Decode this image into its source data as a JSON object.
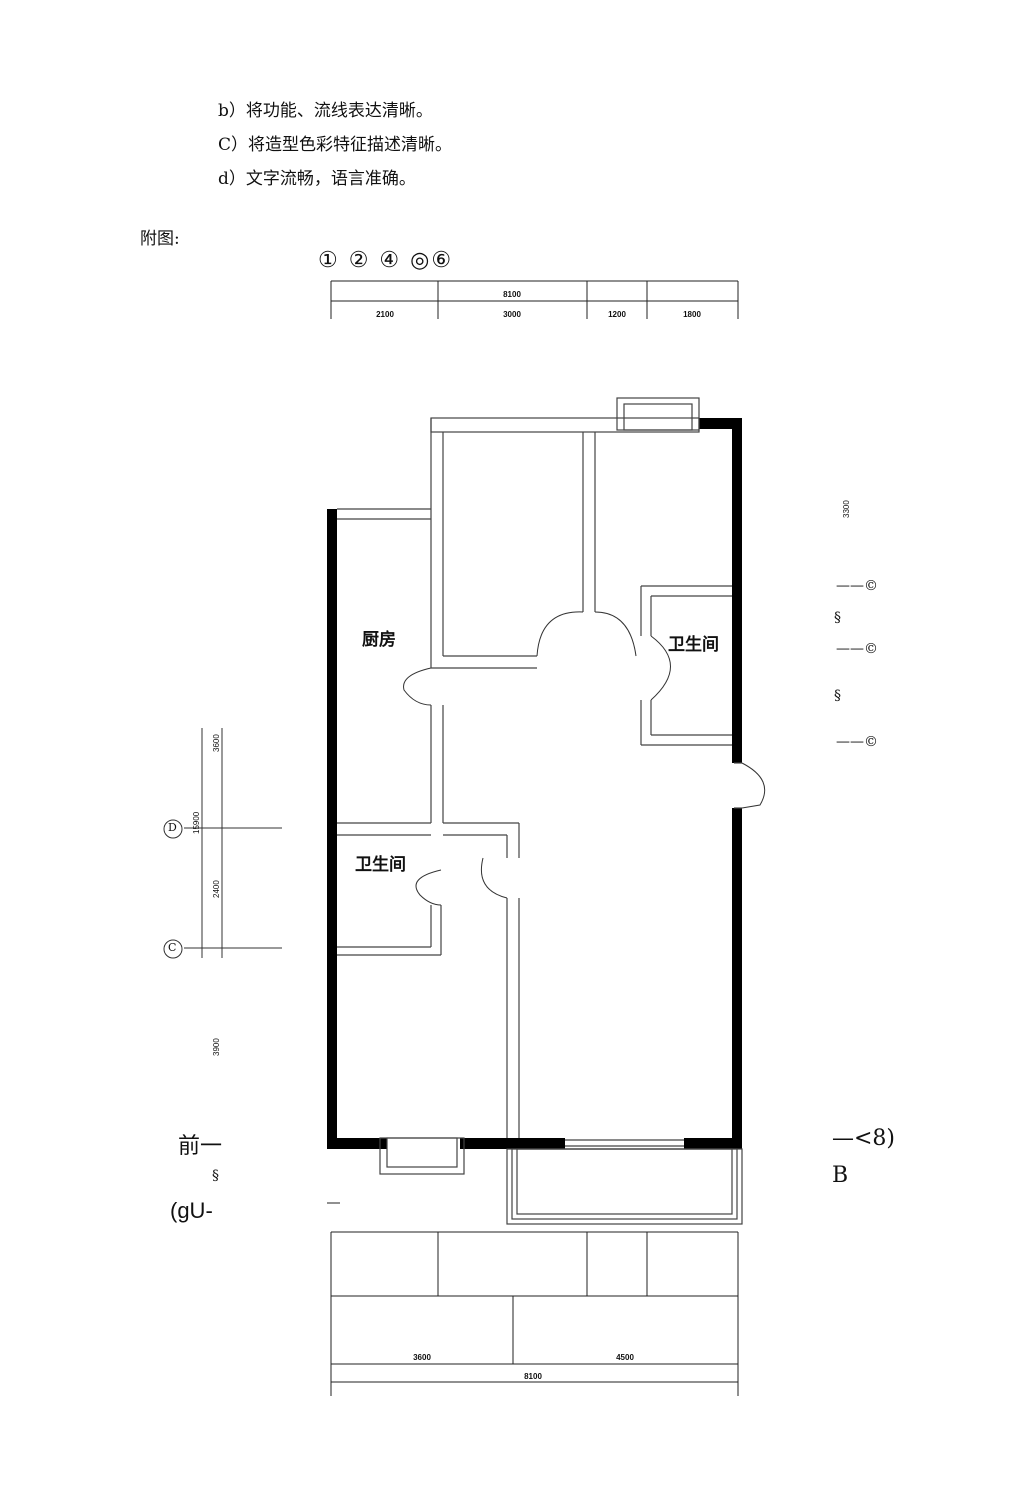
{
  "text": {
    "line_b": "b）将功能、流线表达清晰。",
    "line_c": "C）将造型色彩特征描述清晰。",
    "line_d": "d）文字流畅，语言准确。",
    "figure_label": "附图:"
  },
  "plan": {
    "axis_numbers": "① ② ④ ◎⑥",
    "top_dims": {
      "total": "8100",
      "segments": [
        "2100",
        "3000",
        "1200",
        "1800"
      ]
    },
    "bottom_dims": {
      "segments": [
        "3600",
        "4500"
      ],
      "total": "8100"
    },
    "left_dims": {
      "top": "3600",
      "mid_a": "15900",
      "mid_b": "2400",
      "bottom": "3900"
    },
    "right_dim": "3300",
    "axis_d": "D",
    "axis_c": "C",
    "rooms": {
      "kitchen": "厨房",
      "bath_right": "卫生间",
      "bath_left": "卫生间"
    },
    "right_marks": {
      "m1": "——©",
      "m2": "§",
      "m3": "——©",
      "m4": "§",
      "m5": "——©",
      "m6": "—<8)",
      "m7": "B"
    },
    "left_marks": {
      "m1": "前一",
      "m2": "§",
      "m3": "(gU-"
    }
  }
}
